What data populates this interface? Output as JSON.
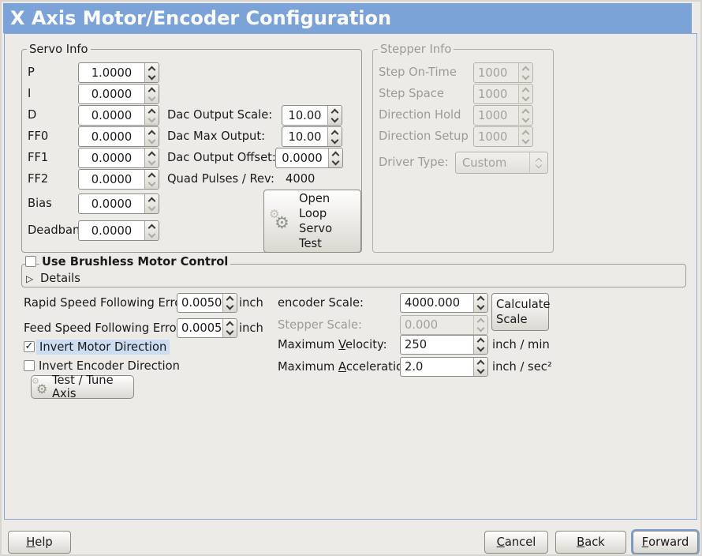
{
  "window": {
    "title": "X Axis Motor/Encoder Configuration"
  },
  "icons": {
    "gear": "⚙",
    "expander": "▷",
    "check": "✓"
  },
  "colors": {
    "titlebar_bg": "#7ba3d8",
    "panel_border": "#8aa8d2",
    "focus_highlight": "#ccdcf1"
  },
  "servo_info": {
    "frame_label": "Servo Info",
    "rows": [
      {
        "label": "P",
        "value": "1.0000"
      },
      {
        "label": "I",
        "value": "0.0000"
      },
      {
        "label": "D",
        "value": "0.0000"
      },
      {
        "label": "FF0",
        "value": "0.0000"
      },
      {
        "label": "FF1",
        "value": "0.0000"
      },
      {
        "label": "FF2",
        "value": "0.0000"
      },
      {
        "label": "Bias",
        "value": "0.0000"
      },
      {
        "label": "Deadband",
        "value": "0.0000"
      }
    ]
  },
  "dac": {
    "rows": [
      {
        "label": "Dac Output Scale:",
        "value": "10.00"
      },
      {
        "label": "Dac Max Output:",
        "value": "10.00"
      },
      {
        "label": "Dac Output Offset:",
        "value": "0.0000"
      }
    ],
    "quad_pulses_label": "Quad Pulses / Rev:",
    "quad_pulses_value": "4000",
    "open_loop_button_label": "Open Loop Servo Test"
  },
  "stepper_info": {
    "frame_label": "Stepper Info",
    "rows": [
      {
        "label": "Step On-Time",
        "value": "1000"
      },
      {
        "label": "Step Space",
        "value": "1000"
      },
      {
        "label": "Direction Hold",
        "value": "1000"
      },
      {
        "label": "Direction Setup",
        "value": "1000"
      }
    ],
    "driver_type_label": "Driver Type:",
    "driver_type_value": "Custom"
  },
  "brushless": {
    "checkbox_label": "Use Brushless Motor Control",
    "checkbox_checked": false,
    "details_label": "Details"
  },
  "following_error": {
    "rapid_label": "Rapid Speed Following Error:",
    "rapid_value": "0.0050",
    "rapid_unit": "inch",
    "feed_label": "Feed Speed Following Error:",
    "feed_value": "0.0005",
    "feed_unit": "inch"
  },
  "scaling": {
    "encoder_scale_label": "encoder Scale:",
    "encoder_scale_value": "4000.000",
    "stepper_scale_label": "Stepper Scale:",
    "stepper_scale_value": "0.000",
    "calculate_button_label": "Calculate Scale",
    "max_velocity_label": "Maximum Velocity:",
    "max_velocity_value": "250",
    "max_velocity_unit": "inch / min",
    "max_accel_label": "Maximum Acceleration:",
    "max_accel_value": "2.0",
    "max_accel_unit": "inch / sec²"
  },
  "direction": {
    "invert_motor_label": "Invert Motor Direction",
    "invert_motor_checked": true,
    "invert_encoder_label": "Invert Encoder Direction",
    "invert_encoder_checked": false,
    "test_tune_button_label": "Test / Tune Axis"
  },
  "footer": {
    "help_label": "Help",
    "cancel_label": "Cancel",
    "back_label": "Back",
    "forward_label": "Forward"
  }
}
